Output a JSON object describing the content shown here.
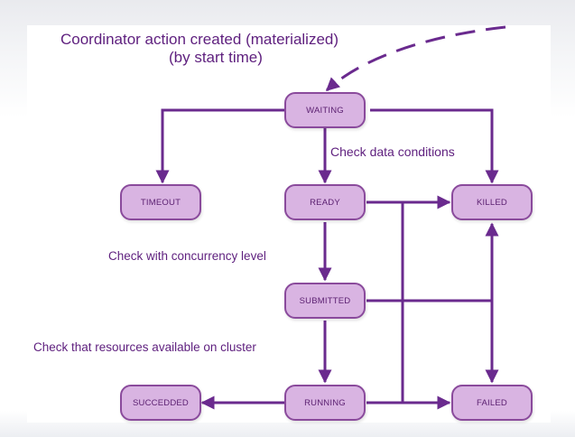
{
  "title": {
    "line1": "Coordinator action created (materialized)",
    "line2": "(by start time)"
  },
  "notes": {
    "check_data": "Check data conditions",
    "check_concurrency": "Check with concurrency level",
    "check_resources": "Check that resources available on cluster"
  },
  "states": {
    "waiting": "WAITING",
    "timeout": "TIMEOUT",
    "ready": "READY",
    "killed": "KILLED",
    "submitted": "SUBMITTED",
    "succeeded": "SUCCEDDED",
    "running": "RUNNING",
    "failed": "FAILED"
  },
  "colors": {
    "arrow": "#6a2a8e",
    "node_fill": "#d9b4e2",
    "node_border": "#8a4a9c",
    "text": "#5e1f7e"
  }
}
